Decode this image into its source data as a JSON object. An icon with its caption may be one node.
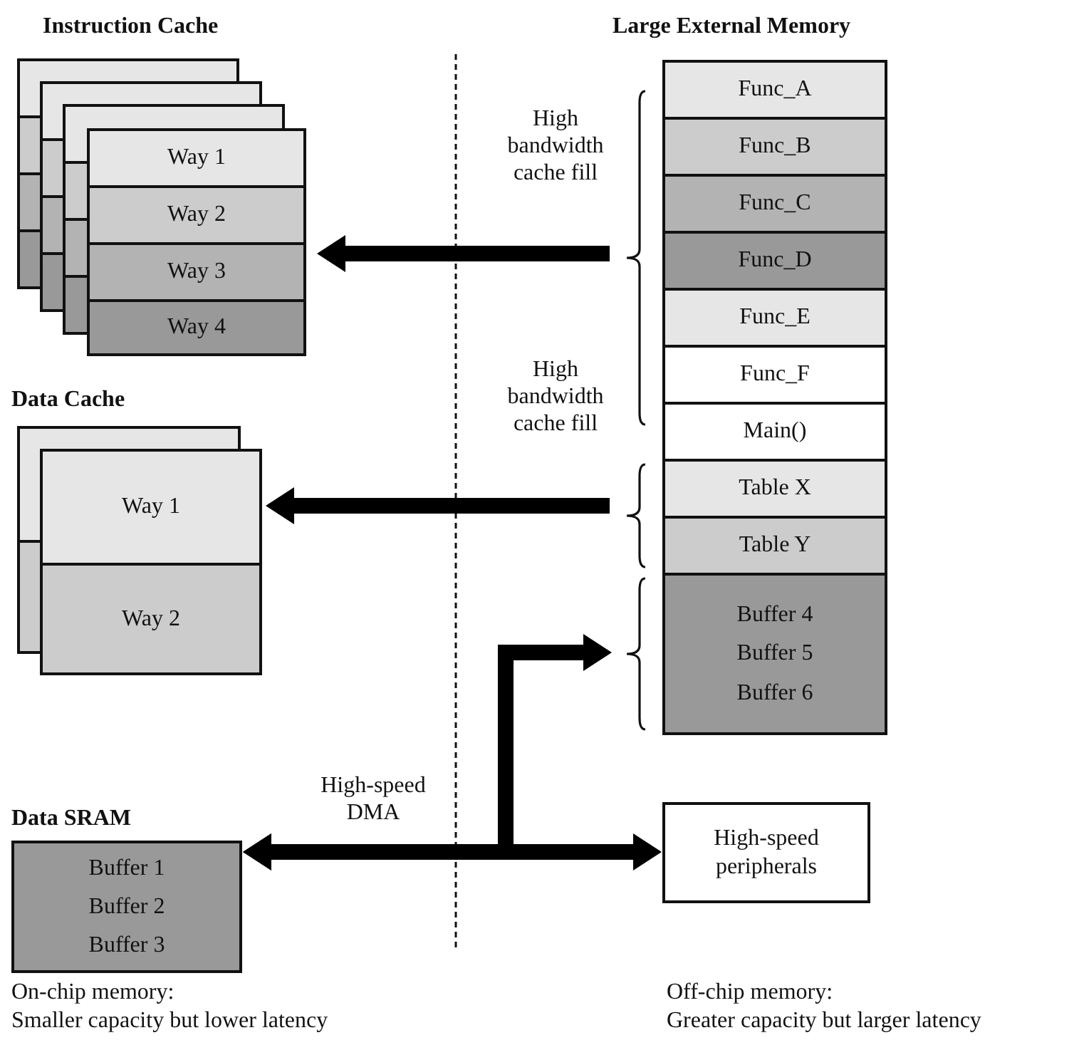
{
  "diagram": {
    "nodes": [
      {
        "text": [
          "Instruction Cache"
        ]
      },
      {
        "text": [
          "Way 1"
        ],
        "in": 0
      },
      {
        "text": [
          "Way 2"
        ],
        "in": 0
      },
      {
        "text": [
          "Way 3"
        ],
        "in": 0
      },
      {
        "text": [
          "Way 4"
        ],
        "in": 0
      },
      {
        "text": [
          "Data Cache"
        ]
      },
      {
        "text": [
          "Way 1"
        ],
        "in": 5
      },
      {
        "text": [
          "Way 2"
        ],
        "in": 5
      },
      {
        "text": [
          "Data SRAM",
          "Buffer 1",
          "Buffer 2",
          "Buffer 3"
        ]
      },
      {
        "text": [
          "Large External Memory"
        ]
      },
      {
        "text": [
          "Func_A"
        ],
        "in": 9
      },
      {
        "text": [
          "Func_B"
        ],
        "in": 9
      },
      {
        "text": [
          "Func_C"
        ],
        "in": 9
      },
      {
        "text": [
          "Func_D"
        ],
        "in": 9
      },
      {
        "text": [
          "Func_E"
        ],
        "in": 9
      },
      {
        "text": [
          "Func_F"
        ],
        "in": 9
      },
      {
        "text": [
          "Main()"
        ],
        "in": 9
      },
      {
        "text": [
          "Table X"
        ],
        "in": 9
      },
      {
        "text": [
          "Table Y"
        ],
        "in": 9
      },
      {
        "text": [
          "Buffer 4",
          "Buffer 5",
          "Buffer 6"
        ],
        "in": 9
      },
      {
        "text": [
          "High-speed peripherals"
        ]
      }
    ],
    "edges": [
      {
        "from": 9,
        "to": 0,
        "arrow": "to",
        "label": "High bandwidth cache fill"
      },
      {
        "from": 9,
        "to": 5,
        "arrow": "to",
        "label": "High bandwidth cache fill"
      },
      {
        "from": 8,
        "to": 20,
        "arrow": "both",
        "label": "High-speed DMA"
      },
      {
        "from": 8,
        "to": 19,
        "arrow": "both"
      }
    ],
    "labels": [
      "On-chip memory:",
      "Smaller capacity but lower latency",
      "Off-chip memory:",
      "Greater capacity but larger latency"
    ]
  }
}
